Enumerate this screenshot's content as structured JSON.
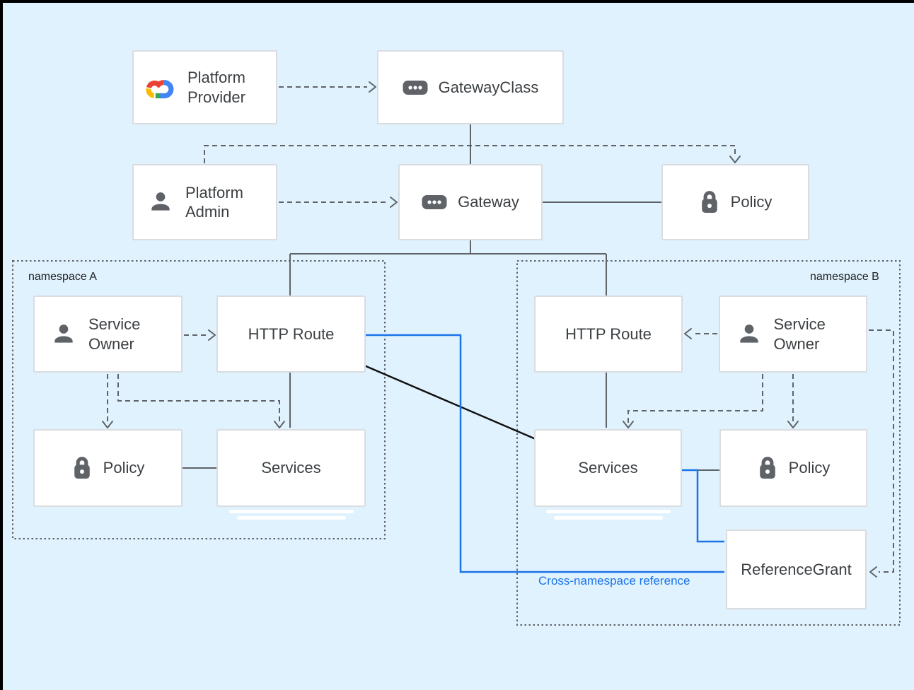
{
  "diagram": {
    "description_domain": "Kubernetes Gateway API resource-model diagram"
  },
  "namespaces": {
    "a": {
      "label": "namespace A"
    },
    "b": {
      "label": "namespace B"
    }
  },
  "nodes": {
    "platform_provider": {
      "label": "Platform Provider",
      "icon": "google-cloud-logo"
    },
    "gateway_class": {
      "label": "GatewayClass",
      "icon": "chip"
    },
    "platform_admin": {
      "label": "Platform Admin",
      "icon": "person"
    },
    "gateway": {
      "label": "Gateway",
      "icon": "chip"
    },
    "policy_top": {
      "label": "Policy",
      "icon": "lock"
    },
    "service_owner_a": {
      "label": "Service Owner",
      "icon": "person"
    },
    "http_route_a": {
      "label": "HTTP Route"
    },
    "policy_a": {
      "label": "Policy",
      "icon": "lock"
    },
    "services_a": {
      "label": "Services"
    },
    "http_route_b": {
      "label": "HTTP Route"
    },
    "service_owner_b": {
      "label": "Service Owner",
      "icon": "person"
    },
    "services_b": {
      "label": "Services"
    },
    "policy_b": {
      "label": "Policy",
      "icon": "lock"
    },
    "reference_grant": {
      "label": "ReferenceGrant"
    }
  },
  "annotations": {
    "cross_namespace": "Cross-namespace reference"
  },
  "colors": {
    "background": "#e0f2fd",
    "box_border": "#dadce0",
    "line_gray": "#5f6368",
    "line_blue": "#1a73e8",
    "line_black": "#111111",
    "text": "#3c4043",
    "logo_red": "#EA4335",
    "logo_yellow": "#FBBC05",
    "logo_green": "#34A853",
    "logo_blue": "#4285F4"
  }
}
